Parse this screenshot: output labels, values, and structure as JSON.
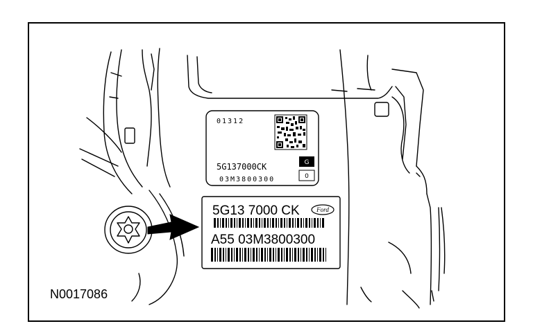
{
  "figure_id": "N0017086",
  "old_label": {
    "code_top": "01312",
    "part_number": "5G137000CK",
    "serial": "03M3800300",
    "box_code_1": "G",
    "box_code_2": "0"
  },
  "new_label": {
    "part_number": "5G13 7000 CK",
    "logo_text": "Ford",
    "serial": "A55 03M3800300"
  }
}
